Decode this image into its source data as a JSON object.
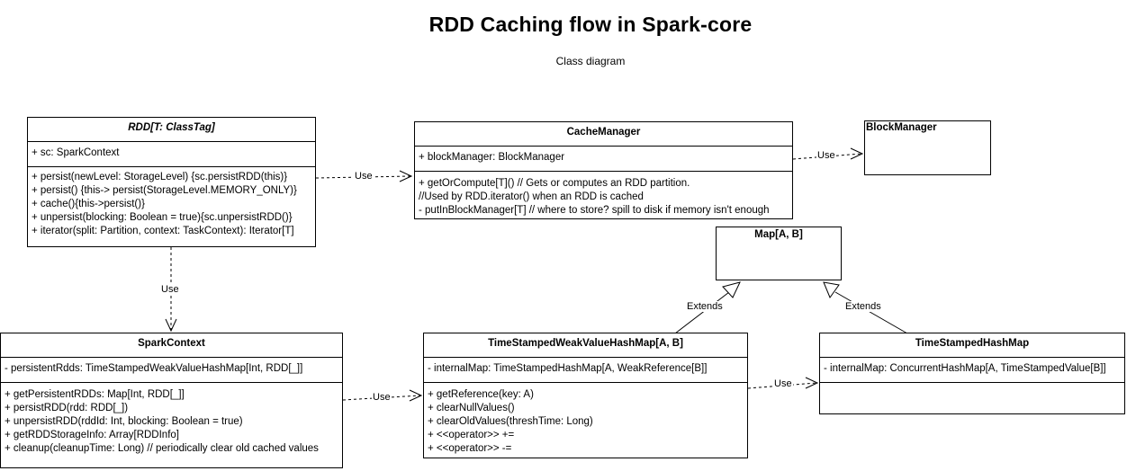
{
  "title": "RDD Caching flow in Spark-core",
  "subtitle": "Class diagram",
  "classes": {
    "rdd": {
      "name": "RDD[T: ClassTag]",
      "attributes": [
        "+ sc: SparkContext"
      ],
      "methods": [
        "+ persist(newLevel: StorageLevel) {sc.persistRDD(this)}",
        "+ persist() {this-> persist(StorageLevel.MEMORY_ONLY)}",
        "+ cache(){this->persist()}",
        "+ unpersist(blocking: Boolean = true){sc.unpersistRDD()}",
        "+ iterator(split: Partition, context: TaskContext): Iterator[T]"
      ]
    },
    "cache_manager": {
      "name": "CacheManager",
      "attributes": [
        "+ blockManager: BlockManager"
      ],
      "methods": [
        "+ getOrCompute[T]() // Gets or computes an RDD partition.",
        "//Used by RDD.iterator() when an RDD is cached",
        "- putInBlockManager[T] // where to store? spill to disk if memory isn't enough"
      ]
    },
    "block_manager": {
      "name": "BlockManager"
    },
    "map": {
      "name": "Map[A, B]"
    },
    "spark_context": {
      "name": "SparkContext",
      "attributes": [
        "- persistentRdds: TimeStampedWeakValueHashMap[Int, RDD[_]]"
      ],
      "methods": [
        "+ getPersistentRDDs: Map[Int, RDD[_]]",
        "+ persistRDD(rdd: RDD[_])",
        "+ unpersistRDD(rddId: Int, blocking: Boolean = true)",
        "+ getRDDStorageInfo: Array[RDDInfo]",
        "+ cleanup(cleanupTime: Long) // periodically clear old cached values"
      ]
    },
    "weak_map": {
      "name": "TimeStampedWeakValueHashMap[A, B]",
      "attributes": [
        "- internalMap: TimeStampedHashMap[A, WeakReference[B]]"
      ],
      "methods": [
        "+ getReference(key: A)",
        "+ clearNullValues()",
        "+ clearOldValues(threshTime: Long)",
        "+ <<operator>> +=",
        "+ <<operator>> -="
      ]
    },
    "hash_map": {
      "name": "TimeStampedHashMap",
      "attributes": [
        "- internalMap: ConcurrentHashMap[A, TimeStampedValue[B]]"
      ]
    }
  },
  "relations": {
    "rdd_cache": "Use",
    "cache_block": "Use",
    "rdd_spark": "Use",
    "spark_weak": "Use",
    "weak_hash": "Use",
    "weak_map_extends": "Extends",
    "hash_map_extends": "Extends"
  }
}
